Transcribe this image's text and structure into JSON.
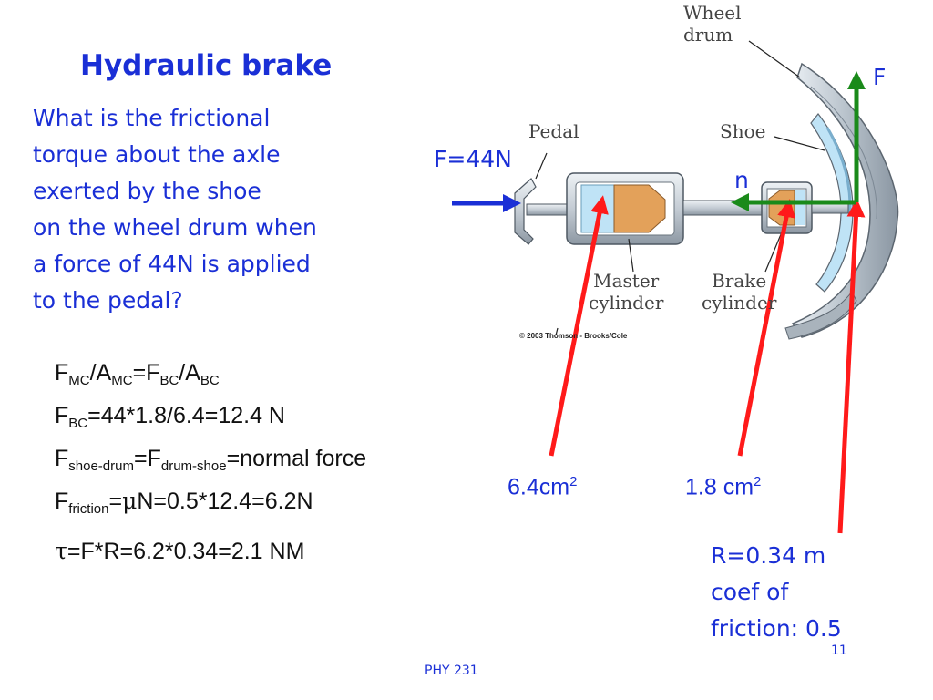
{
  "slide": {
    "title": "Hydraulic brake",
    "question_lines": [
      "What is the frictional",
      "torque about the axle",
      "exerted by the shoe",
      "on the wheel drum when",
      "a force of 44N is applied",
      "to the pedal?"
    ],
    "equations": {
      "eq1": {
        "F1": "F",
        "s1": "MC",
        "A1": "/A",
        "s2": "MC",
        "F2": "=F",
        "s3": "BC",
        "A2": "/A",
        "s4": "BC"
      },
      "eq2": {
        "F": "F",
        "s": "BC",
        "rest": "=44*1.8/6.4=12.4 N"
      },
      "eq3": {
        "F1": "F",
        "s1": "shoe-drum",
        "F2": "=F",
        "s2": "drum-shoe",
        "rest": "=normal force"
      },
      "eq4": {
        "F": "F",
        "s": "friction",
        "eq": "=",
        "mu": "μ",
        "rest": "N=0.5*12.4=6.2N"
      },
      "eq5": {
        "tau": "τ",
        "rest": "=F*R=6.2*0.34=2.1 NM"
      }
    },
    "labels": {
      "force_pedal": "F=44N",
      "n": "n",
      "F": "F",
      "area_master": "6.4cm",
      "area_master_sup": "2",
      "area_brake": "1.8 cm",
      "area_brake_sup": "2",
      "notes": [
        "R=0.34 m",
        "coef of",
        "friction: 0.5"
      ]
    },
    "diagram_labels": {
      "wheel_drum": [
        "Wheel",
        "drum"
      ],
      "pedal": "Pedal",
      "shoe": "Shoe",
      "master_cylinder": [
        "Master",
        "cylinder"
      ],
      "brake_cylinder": [
        "Brake",
        "cylinder"
      ],
      "copyright": "© 2003 Thomson - Brooks/Cole"
    },
    "footer": "PHY 231",
    "page_number": "11",
    "colors": {
      "text_blue": "#1a2fd6",
      "arrow_red": "#ff1a1a",
      "arrow_green": "#1a8a1a",
      "piston_orange": "#e3a15a",
      "fluid_blue": "#bfe3f6"
    }
  }
}
